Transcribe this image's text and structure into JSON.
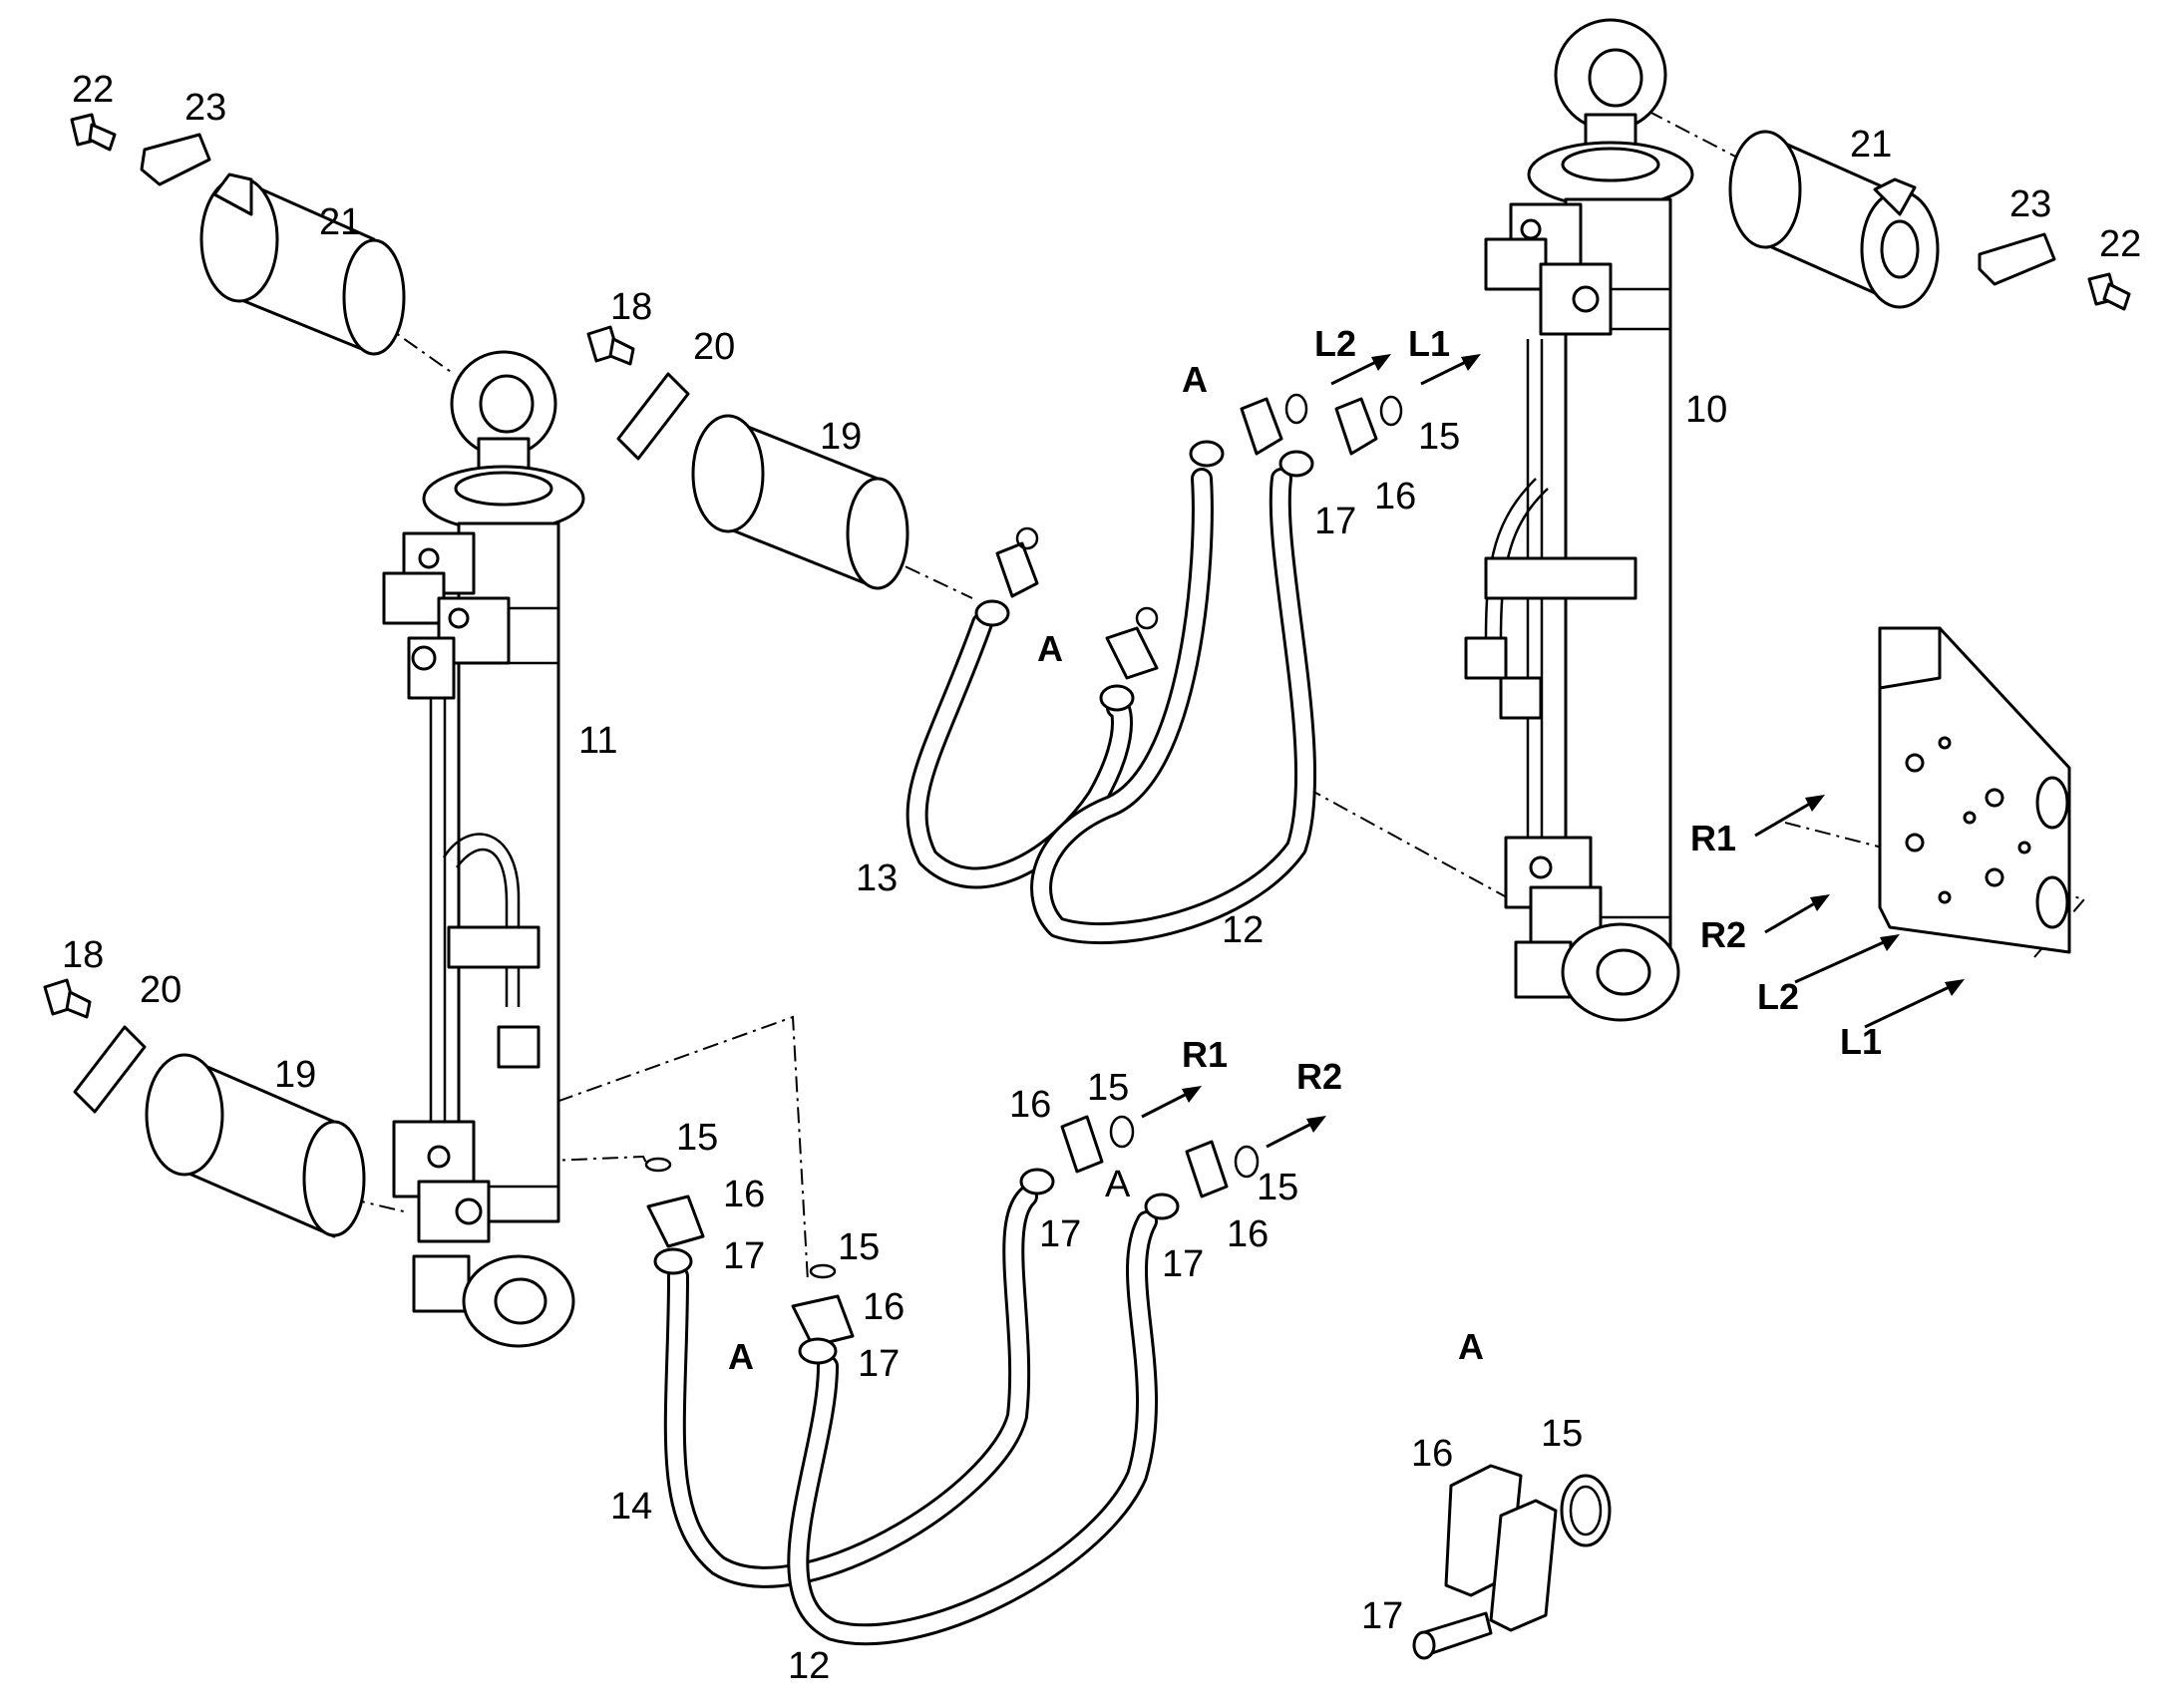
{
  "callouts": {
    "c22a": "22",
    "c23a": "23",
    "c21a": "21",
    "c18a": "18",
    "c20a": "20",
    "c19a": "19",
    "c11": "11",
    "c18b": "18",
    "c20b": "20",
    "c19b": "19",
    "c13": "13",
    "c12a": "12",
    "cAa": "A",
    "cAb": "A",
    "c17a": "17",
    "c16a": "16",
    "c15a": "15",
    "c21b": "21",
    "c23b": "23",
    "c22b": "22",
    "c10": "10",
    "c15b": "15",
    "c16b": "16",
    "c17b": "17",
    "c15c": "15",
    "c16c": "16",
    "c17c": "17",
    "cAc": "A",
    "c14": "14",
    "c12b": "12",
    "c16d": "16",
    "c15d": "15",
    "c17d": "17",
    "cAd": "A",
    "c15e": "15",
    "c16e": "16",
    "c17e": "17",
    "cAe": "A",
    "c16f": "16",
    "c15f": "15",
    "c17f": "17"
  },
  "ports": {
    "L2a": "L2",
    "L1a": "L1",
    "R1a": "R1",
    "R2a": "R2",
    "R1b": "R1",
    "R2b": "R2",
    "L2b": "L2",
    "L1b": "L1"
  }
}
